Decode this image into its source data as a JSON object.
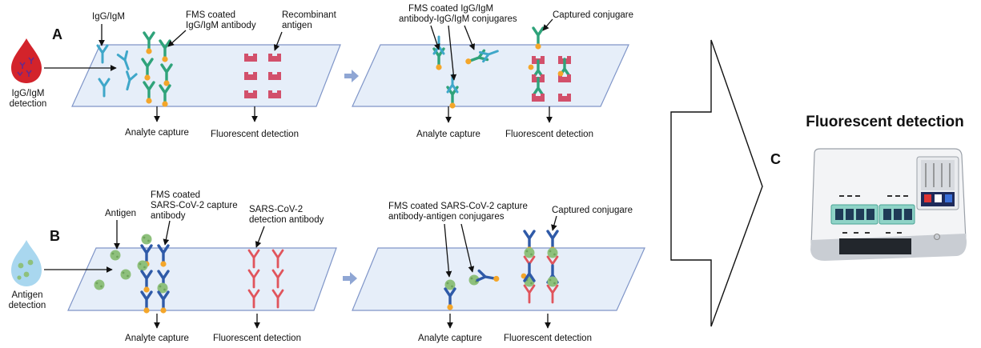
{
  "panel_a": {
    "letter": "A",
    "source_label": [
      "IgG/IgM",
      "detection"
    ],
    "analyte_label": "IgG/IgM",
    "fms_label": [
      "FMS coated",
      "IgG/IgM antibody"
    ],
    "recombinant_label": [
      "Recombinant",
      "antigen"
    ],
    "conjugate_label": [
      "FMS coated IgG/IgM",
      "antibody-IgG/IgM conjugares"
    ],
    "captured_label": "Captured conjugare",
    "analyte_capture_left": "Analyte capture",
    "fluor_det_left": "Fluorescent detection",
    "analyte_capture_right": "Analyte capture",
    "fluor_det_right": "Fluorescent detection"
  },
  "panel_b": {
    "letter": "B",
    "source_label": [
      "Antigen",
      "detection"
    ],
    "antigen_label": "Antigen",
    "fms_label": [
      "FMS coated",
      "SARS-CoV-2 capture",
      "antibody"
    ],
    "detection_ab_label": [
      "SARS-CoV-2",
      "detection antibody"
    ],
    "conjugate_label": [
      "FMS coated SARS-CoV-2 capture",
      "antibody-antigen conjugares"
    ],
    "captured_label": "Captured conjugare",
    "analyte_capture_left": "Analyte capture",
    "fluor_det_left": "Fluorescent detection",
    "analyte_capture_right": "Analyte capture",
    "fluor_det_right": "Fluorescent detection"
  },
  "panel_c": {
    "letter": "C",
    "title": "Fluorescent detection"
  },
  "colors": {
    "strip_fill": "#e6eef9",
    "strip_stroke": "#7f95c8",
    "ab_green": "#2fa37a",
    "ab_blue": "#2f5aa8",
    "ab_cyan": "#3fa7c9",
    "ab_red": "#e0545c",
    "bead_orange": "#f4a62a",
    "recombinant_pink": "#d2506b",
    "antigen_green": "#8ec07c",
    "blood_red": "#d3232b",
    "droplet_blue": "#a9d7ef"
  }
}
